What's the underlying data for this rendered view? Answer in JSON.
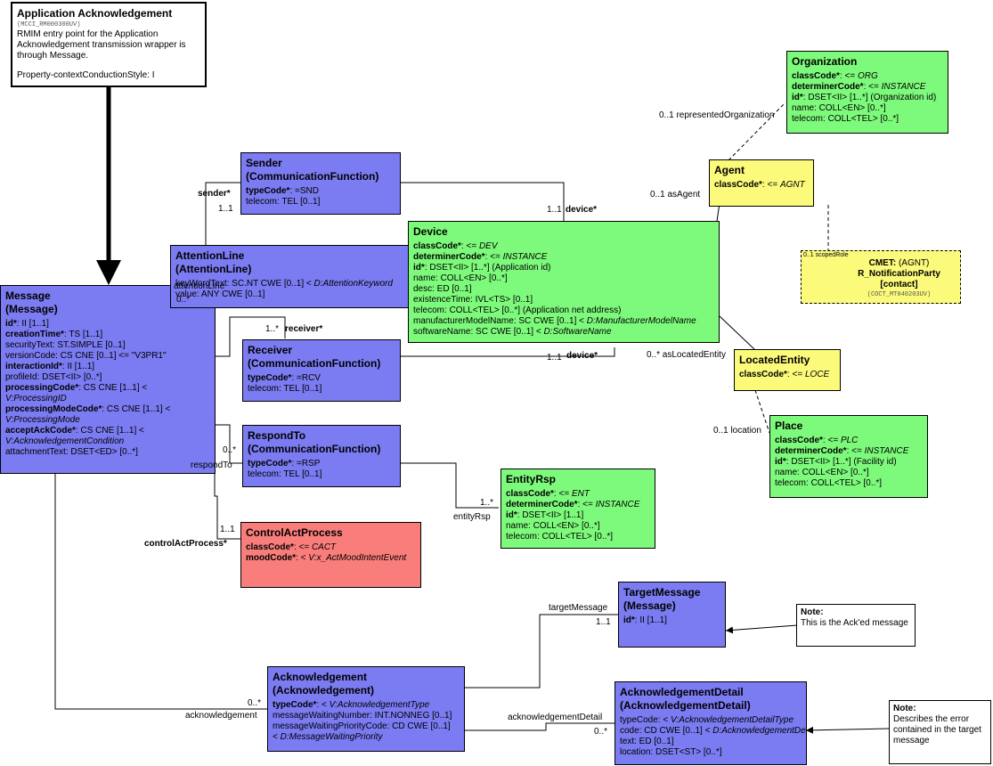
{
  "header": {
    "title": "Application Acknowledgement",
    "code": "(MCCI_RM000300UV)",
    "description": "RMIM entry point for the Application Acknowledgement transmission wrapper is through Message.",
    "style": "Property-contextConductionStyle: I"
  },
  "message": {
    "title1": "Message",
    "title2": "(Message)",
    "attrs": [
      {
        "n": "id*",
        "t": ": II [1..1]",
        "b": true
      },
      {
        "n": "creationTime*",
        "t": ": TS [1..1]",
        "b": true
      },
      {
        "n": "securityText",
        "t": ": ST.SIMPLE [0..1]",
        "b": false
      },
      {
        "n": "versionCode",
        "t": ": CS CNE [0..1] <= \"V3PR1\"",
        "b": false
      },
      {
        "n": "interactionId*",
        "t": ": II [1..1]",
        "b": true
      },
      {
        "n": "profileId",
        "t": ": DSET<II> [0..*]",
        "b": false
      },
      {
        "n": "processingCode*",
        "t": ": CS CNE [1..1] <",
        "b": true
      },
      {
        "n": "",
        "t": "V:ProcessingID",
        "b": false,
        "i": true
      },
      {
        "n": "processingModeCode*",
        "t": ": CS CNE [1..1] <",
        "b": true
      },
      {
        "n": "",
        "t": "V:ProcessingMode",
        "b": false,
        "i": true
      },
      {
        "n": "acceptAckCode*",
        "t": ": CS CNE [1..1] <",
        "b": true
      },
      {
        "n": "",
        "t": "V:AcknowledgementCondition",
        "b": false,
        "i": true
      },
      {
        "n": "attachmentText",
        "t": ": DSET<ED> [0..*]",
        "b": false
      }
    ]
  },
  "sender": {
    "title1": "Sender",
    "title2": "(CommunicationFunction)",
    "attrs": [
      {
        "n": "typeCode*",
        "t": ": =SND",
        "b": true
      },
      {
        "n": "telecom",
        "t": ": TEL [0..1]",
        "b": false
      }
    ]
  },
  "attentionLine": {
    "title1": "AttentionLine",
    "title2": "(AttentionLine)",
    "attrs": [
      {
        "n": "keyWordText",
        "t": ": SC.NT CWE [0..1] < ",
        "it": "D:AttentionKeyword",
        "b": false
      },
      {
        "n": "value",
        "t": ": ANY CWE [0..1]",
        "b": false
      }
    ]
  },
  "receiver": {
    "title1": "Receiver",
    "title2": "(CommunicationFunction)",
    "attrs": [
      {
        "n": "typeCode*",
        "t": ": =RCV",
        "b": true
      },
      {
        "n": "telecom",
        "t": ": TEL [0..1]",
        "b": false
      }
    ]
  },
  "respondTo": {
    "title1": "RespondTo",
    "title2": "(CommunicationFunction)",
    "attrs": [
      {
        "n": "typeCode*",
        "t": ": =RSP",
        "b": true
      },
      {
        "n": "telecom",
        "t": ": TEL [0..1]",
        "b": false
      }
    ]
  },
  "controlActProcess": {
    "title1": "ControlActProcess",
    "attrs": [
      {
        "n": "classCode*",
        "t": ": <= ",
        "it": "CACT",
        "b": true
      },
      {
        "n": "moodCode*",
        "t": ": < ",
        "it": "V:x_ActMoodIntentEvent",
        "b": true
      }
    ]
  },
  "device": {
    "title1": "Device",
    "attrs": [
      {
        "n": "classCode*",
        "t": ": <= ",
        "it": "DEV",
        "b": true
      },
      {
        "n": "determinerCode*",
        "t": ": <= ",
        "it": "INSTANCE",
        "b": true
      },
      {
        "n": "id*",
        "t": ": DSET<II> [1..*] (Application id)",
        "b": true
      },
      {
        "n": "name",
        "t": ": COLL<EN> [0..*]",
        "b": false
      },
      {
        "n": "desc",
        "t": ": ED [0..1]",
        "b": false
      },
      {
        "n": "existenceTime",
        "t": ": IVL<TS> [0..1]",
        "b": false
      },
      {
        "n": "telecom",
        "t": ": COLL<TEL> [0..*] (Application net address)",
        "b": false
      },
      {
        "n": "manufacturerModelName",
        "t": ": SC CWE [0..1] < ",
        "it": "D:ManufacturerModelName",
        "b": false
      },
      {
        "n": "softwareName",
        "t": ": SC CWE [0..1] < ",
        "it": "D:SoftwareName",
        "b": false
      }
    ]
  },
  "entityRsp": {
    "title1": "EntityRsp",
    "attrs": [
      {
        "n": "classCode*",
        "t": ": <= ",
        "it": "ENT",
        "b": true
      },
      {
        "n": "determinerCode*",
        "t": ": <= ",
        "it": "INSTANCE",
        "b": true
      },
      {
        "n": "id*",
        "t": ": DSET<II> [1..1]",
        "b": true
      },
      {
        "n": "name",
        "t": ": COLL<EN> [0..*]",
        "b": false
      },
      {
        "n": "telecom",
        "t": ": COLL<TEL> [0..*]",
        "b": false
      }
    ]
  },
  "organization": {
    "title1": "Organization",
    "attrs": [
      {
        "n": "classCode*",
        "t": ": <= ",
        "it": "ORG",
        "b": true
      },
      {
        "n": "determinerCode*",
        "t": ": <= ",
        "it": "INSTANCE",
        "b": true
      },
      {
        "n": "id*",
        "t": ": DSET<II> [1..*] (Organization id)",
        "b": true
      },
      {
        "n": "name",
        "t": ": COLL<EN> [0..*]",
        "b": false
      },
      {
        "n": "telecom",
        "t": ": COLL<TEL> [0..*]",
        "b": false
      }
    ]
  },
  "agent": {
    "title1": "Agent",
    "attrs": [
      {
        "n": "classCode*",
        "t": ": <= ",
        "it": "AGNT",
        "b": true
      }
    ]
  },
  "cmet": {
    "title1": "CMET:",
    "title1b": " (AGNT)",
    "title2": "R_NotificationParty",
    "title3": "[contact]",
    "code": "(COCT_MT040203UV)",
    "scoped": "0..1 scopedRole"
  },
  "locatedEntity": {
    "title1": "LocatedEntity",
    "attrs": [
      {
        "n": "classCode*",
        "t": ": <= ",
        "it": "LOCE",
        "b": true
      }
    ]
  },
  "place": {
    "title1": "Place",
    "attrs": [
      {
        "n": "classCode*",
        "t": ": <= ",
        "it": "PLC",
        "b": true
      },
      {
        "n": "determinerCode*",
        "t": ": <= ",
        "it": "INSTANCE",
        "b": true
      },
      {
        "n": "id*",
        "t": ": DSET<II> [1..*] (Facility id)",
        "b": true
      },
      {
        "n": "name",
        "t": ": COLL<EN> [0..*]",
        "b": false
      },
      {
        "n": "telecom",
        "t": ": COLL<TEL> [0..*]",
        "b": false
      }
    ]
  },
  "targetMessage": {
    "title1": "TargetMessage",
    "title2": "(Message)",
    "attrs": [
      {
        "n": "id*",
        "t": ": II [1..1]",
        "b": true
      }
    ]
  },
  "acknowledgement": {
    "title1": "Acknowledgement",
    "title2": "(Acknowledgement)",
    "attrs": [
      {
        "n": "typeCode*",
        "t": ": < ",
        "it": "V:AcknowledgementType",
        "b": true
      },
      {
        "n": "messageWaitingNumber",
        "t": ": INT.NONNEG [0..1]",
        "b": false
      },
      {
        "n": "messageWaitingPriorityCode",
        "t": ": CD CWE [0..1]",
        "b": false
      },
      {
        "n": "",
        "t": " < ",
        "it": "D:MessageWaitingPriority",
        "b": false
      }
    ]
  },
  "ackDetail": {
    "title1": "AcknowledgementDetail",
    "title2": "(AcknowledgementDetail)",
    "attrs": [
      {
        "n": "typeCode",
        "t": ": < ",
        "it": "V:AcknowledgementDetailType",
        "b": false
      },
      {
        "n": "code",
        "t": ": CD CWE [0..1] < ",
        "it": "D:AcknowledgementDetailCode",
        "b": false
      },
      {
        "n": "text",
        "t": ": ED [0..1]",
        "b": false
      },
      {
        "n": "location",
        "t": ": DSET<ST> [0..*]",
        "b": false
      }
    ]
  },
  "notes": {
    "target": {
      "title": "Note:",
      "text": "This is the Ack'ed message"
    },
    "detail": {
      "title": "Note:",
      "text1": "Describes the error",
      "text2": "contained in the target",
      "text3": "message"
    }
  },
  "labels": {
    "sender": "sender*",
    "sender_mult": "1..1",
    "attentionLine": "attentionLine",
    "attentionLine_mult": "0..*",
    "receiver": "receiver*",
    "receiver_mult": "1..*",
    "respondTo": "respondTo",
    "respondTo_mult": "0..*",
    "controlActProcess": "controlActProcess*",
    "controlActProcess_mult": "1..1",
    "device1": "device*",
    "device1_mult": "1..1",
    "device2": "device*",
    "device2_mult": "1..1",
    "entityRsp": "entityRsp",
    "entityRsp_mult": "1..*",
    "representedOrganization": "0..1 representedOrganization",
    "asAgent": "0..1 asAgent",
    "asLocatedEntity": "0..* asLocatedEntity",
    "location": "0..1 location",
    "targetMessage": "targetMessage",
    "targetMessage_mult": "1..1",
    "acknowledgement": "acknowledgement",
    "acknowledgement_mult": "0..*",
    "acknowledgementDetail": "acknowledgementDetail",
    "acknowledgementDetail_mult": "0..*"
  }
}
